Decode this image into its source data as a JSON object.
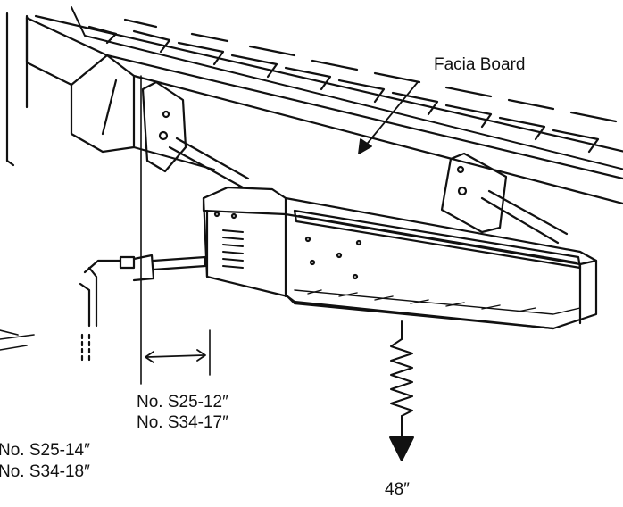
{
  "labels": {
    "fascia_board": "Facia Board",
    "clearance_side_s25": "No. S25-12″",
    "clearance_side_s34": "No. S34-17″",
    "clearance_wall_s25": "No. S25-14″",
    "clearance_wall_s34": "No. S34-18″",
    "clearance_below": "48″"
  },
  "colors": {
    "ink": "#111111",
    "paper": "#ffffff"
  }
}
